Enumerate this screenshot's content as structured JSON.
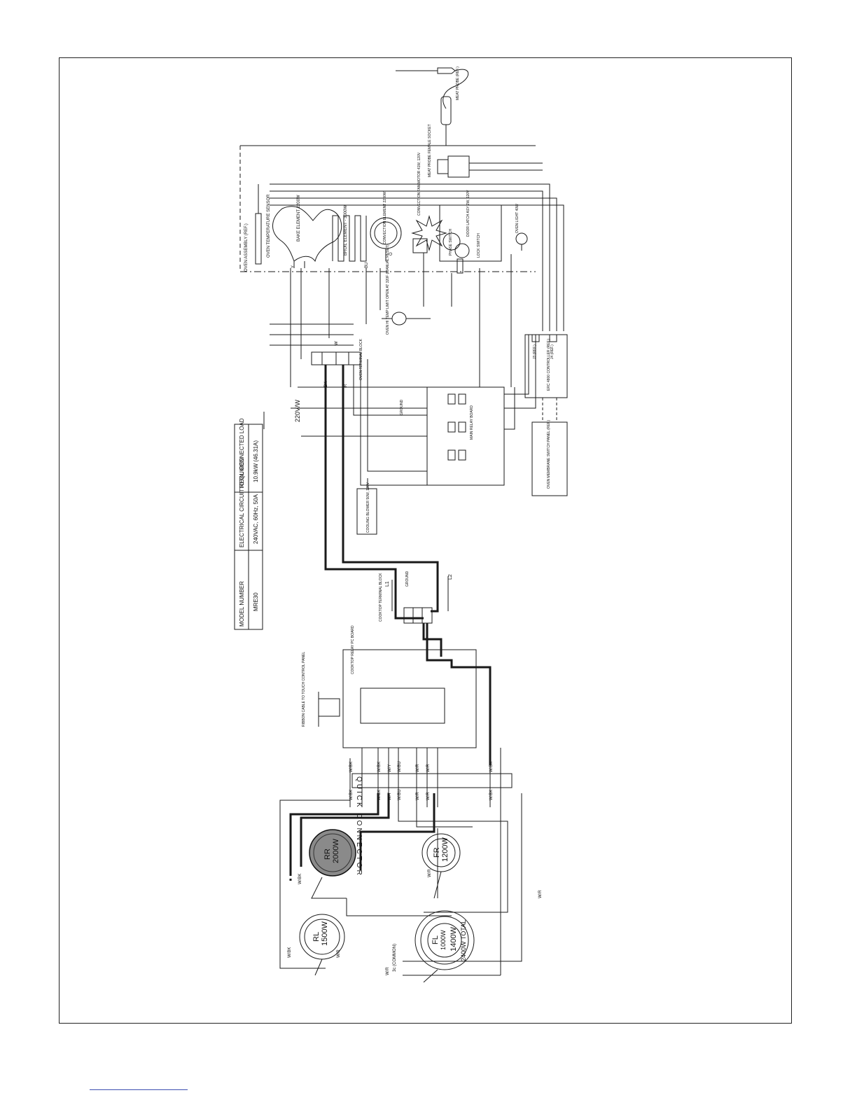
{
  "spec_table": {
    "headers": [
      "MODEL NUMBER",
      "ELECTRICAL CIRCUIT REQUIRED",
      "TOTAL CONNECTED LOAD"
    ],
    "values": [
      "MRE30",
      "240VAC, 60Hz, 50A",
      "10.9kW (46.31A)"
    ]
  },
  "oven": {
    "assembly": "OVEN ASSEMBLY (REF.)",
    "temp_sensor": "OVEN TEMPERATURE SENSOR",
    "bake": "BAKE ELEMENT 2200W",
    "broil": "BROIL ELEMENT - 3000W",
    "convection_element": "CONVECTION ELEMENT 2200W",
    "convection_fan": "CONVECTION FAN MOTOR 41W, 120V",
    "door_latch": "DOOR LATCH ASY 2W, 120V",
    "phase_switch": "PHASE SWITCH",
    "lock_switch": "LOCK SWITCH",
    "light": "OVEN LIGHT 40W",
    "meat_probe": "MEAT PROBE (REF.)",
    "probe_socket": "MEAT PROBE FEMALE SOCKET",
    "hi_limit": "OVEN HI TEMP LIMIT OPEN AT 320F (MANUAL RESET)",
    "terminal_block": "OVEN TERMINAL BLOCK",
    "cooling_blower": "COOLING BLOWER 50W, 120V",
    "main_board": "MAIN RELAY BOARD",
    "controller": "ERC 4800 CONTROLLER (REF.)",
    "membrane": "OVEN MEMBRANE SWITCH PANEL (REF.)",
    "ground": "GROUND",
    "j3": "J3 (REF.)",
    "j4": "J4 (REF.)"
  },
  "power": {
    "rating": "220V/W",
    "l1": "L1",
    "l2": "L2",
    "ground": "GROUND"
  },
  "cooktop": {
    "terminal_block": "COOKTOP TERMINAL BLOCK",
    "relay_board": "COOKTOP RELAY PC BOARD",
    "ribbon": "RIBBON CABLE TO TOUCH CONTROL PANEL",
    "quick_connector": "QUICK CONNECTOR",
    "rr_name": "RR",
    "rr_watts": "2000W",
    "fr_name": "FR",
    "fr_watts": "1200W",
    "rl_name": "RL",
    "rl_watts": "1500W",
    "fl_name": "FL",
    "fl_inner": "1000W",
    "fl_outer": "1400W",
    "fl_total": "2400W TOTAL",
    "common": "3c (COMMON)"
  },
  "wire_colors": {
    "black": "BK",
    "red": "R",
    "white": "W",
    "orange": "O",
    "blue": "BU",
    "yellow": "Y",
    "w_bk": "W/BK",
    "w_r": "W/R",
    "w_y": "W/Y",
    "w_bu": "W/BU"
  },
  "colors": {
    "line": "#1a1a1a",
    "fill_rr": "#8a8a8a",
    "footer_rule": "#3c4fb0"
  }
}
